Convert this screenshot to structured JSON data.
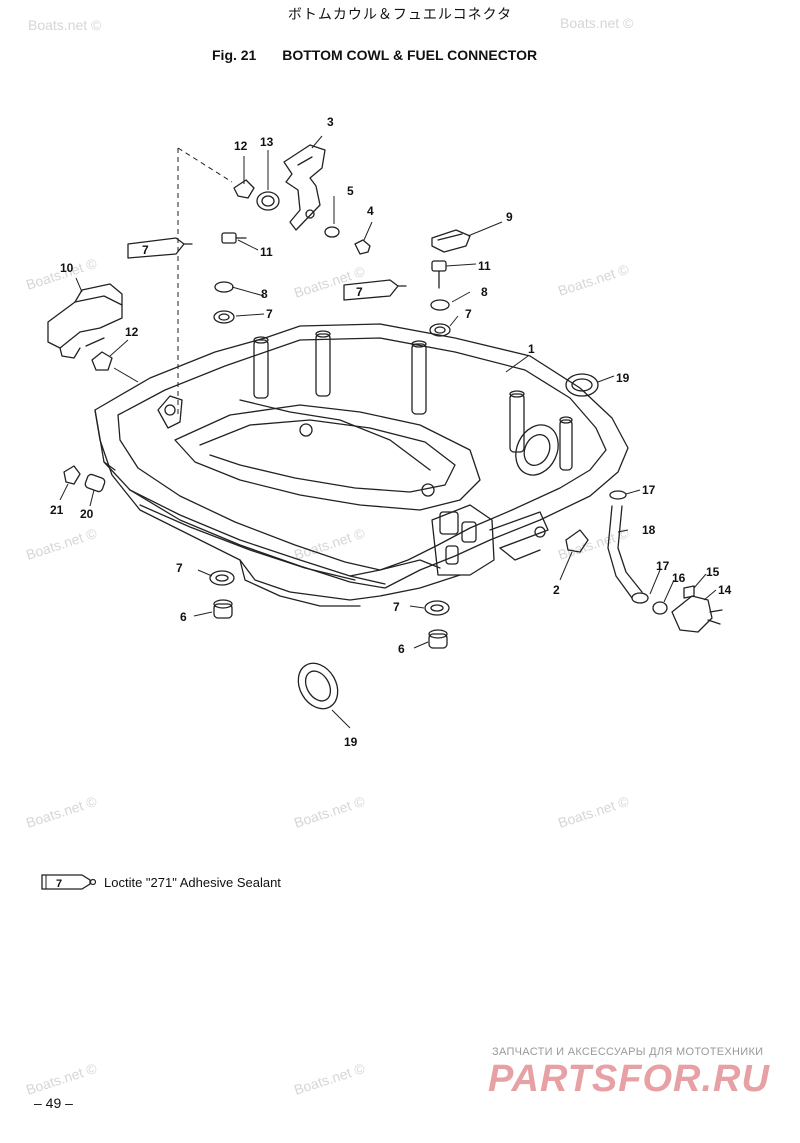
{
  "header": {
    "title_jp": "ボトムカウル＆フュエルコネクタ",
    "fig_label": "Fig. 21",
    "title_en": "BOTTOM COWL & FUEL CONNECTOR"
  },
  "callouts": [
    "1",
    "2",
    "3",
    "4",
    "5",
    "6",
    "6",
    "7",
    "7",
    "7",
    "7",
    "8",
    "8",
    "9",
    "10",
    "11",
    "11",
    "12",
    "12",
    "13",
    "14",
    "15",
    "16",
    "17",
    "17",
    "18",
    "19",
    "19",
    "20",
    "21"
  ],
  "watermark": {
    "text": "Boats.net ©",
    "color": "#d6d6d6"
  },
  "legend": {
    "tube_mark": "7",
    "text": "Loctite \"271\" Adhesive Sealant"
  },
  "footer": {
    "page_number": "– 49 –",
    "brand_subtitle": "ЗАПЧАСТИ И АКСЕССУАРЫ ДЛЯ МОТОТЕХНИКИ",
    "brand_name": "PARTSFOR.RU",
    "brand_color": "#e7a0a3"
  }
}
